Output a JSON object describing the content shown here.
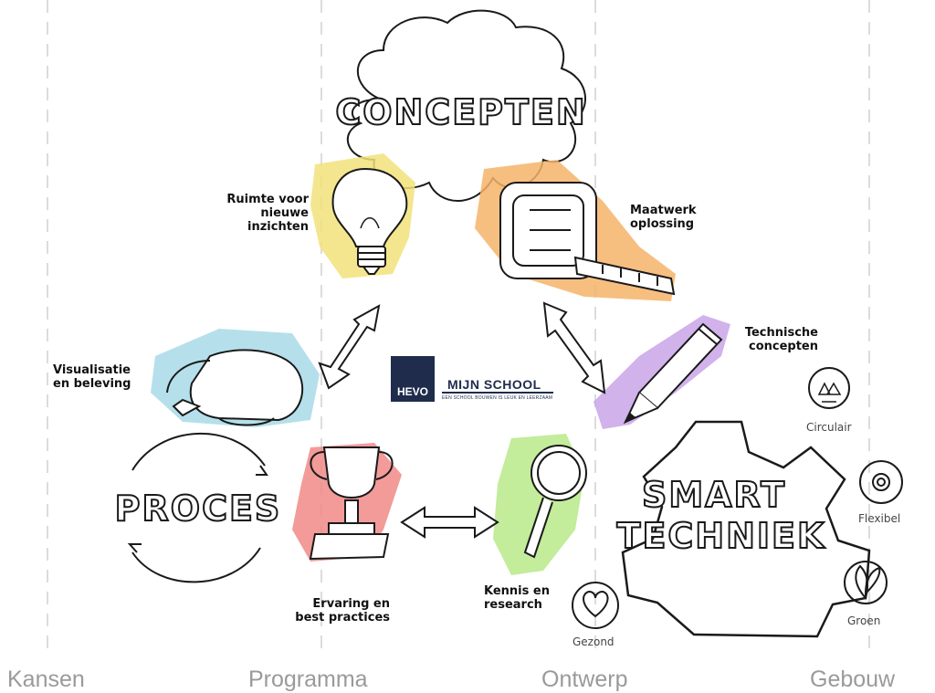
{
  "central_concepts": {
    "concepten": "CONCEPTEN",
    "proces": "PROCES",
    "smart": "SMART",
    "techniek": "TECHNIEK"
  },
  "labels": {
    "ruimte": [
      "Ruimte voor",
      "nieuwe inzichten"
    ],
    "maatwerk": [
      "Maatwerk",
      "oplossing"
    ],
    "technische": [
      "Technische",
      "concepten"
    ],
    "visualisatie": [
      "Visualisatie",
      "en beleving"
    ],
    "ervaring": [
      "Ervaring en",
      "best practices"
    ],
    "kennis": [
      "Kennis en",
      "research"
    ]
  },
  "logo": {
    "brand": "HEVO",
    "title": "MIJN SCHOOL",
    "tagline": "EEN SCHOOL BOUWEN IS LEUK EN LEERZAAM"
  },
  "icons": [
    {
      "name": "recycle-icon",
      "label": "Circulair"
    },
    {
      "name": "gear-icon",
      "label": "Flexibel"
    },
    {
      "name": "leaf-icon",
      "label": "Groen"
    },
    {
      "name": "heart-icon",
      "label": "Gezond"
    }
  ],
  "phases": [
    "Kansen",
    "Programma",
    "Ontwerp",
    "Gebouw"
  ],
  "colors": {
    "yellow": "#f2e27a",
    "orange": "#f5b46a",
    "purple": "#c9a5e8",
    "blue": "#a8dbe8",
    "red": "#f08a86",
    "green": "#b8e98a",
    "navy": "#1f2c4c",
    "gray": "#9a9a9a"
  }
}
